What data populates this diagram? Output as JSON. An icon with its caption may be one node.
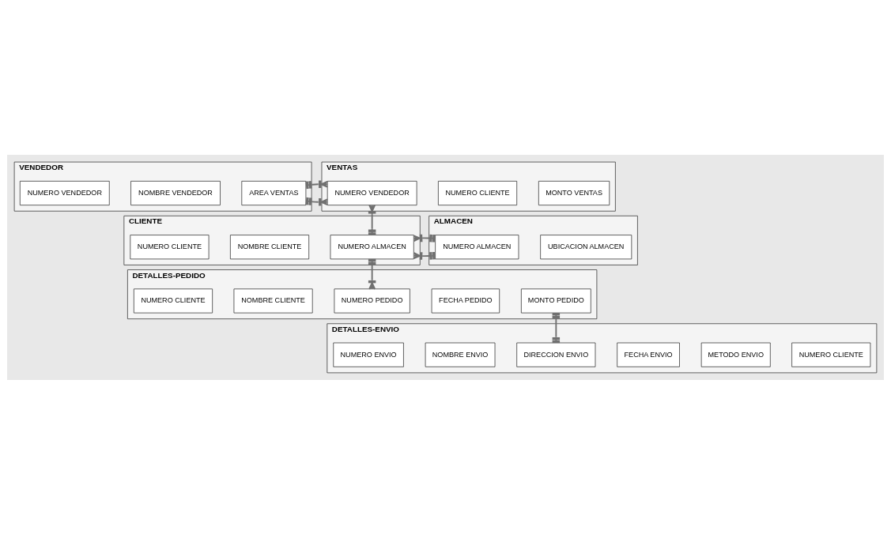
{
  "diagram": {
    "nodes": [
      {
        "text": [
          "VENDEDOR"
        ]
      },
      {
        "text": [
          "NUMERO VENDEDOR"
        ],
        "in": 0
      },
      {
        "text": [
          "NOMBRE VENDEDOR"
        ],
        "in": 0
      },
      {
        "text": [
          "AREA VENTAS"
        ],
        "in": 0
      },
      {
        "text": [
          "VENTAS"
        ]
      },
      {
        "text": [
          "NUMERO VENDEDOR"
        ],
        "in": 4
      },
      {
        "text": [
          "NUMERO CLIENTE"
        ],
        "in": 4
      },
      {
        "text": [
          "MONTO VENTAS"
        ],
        "in": 4
      },
      {
        "text": [
          "CLIENTE"
        ]
      },
      {
        "text": [
          "NUMERO CLIENTE"
        ],
        "in": 8
      },
      {
        "text": [
          "NOMBRE CLIENTE"
        ],
        "in": 8
      },
      {
        "text": [
          "NUMERO ALMACEN"
        ],
        "in": 8
      },
      {
        "text": [
          "ALMACEN"
        ]
      },
      {
        "text": [
          "NUMERO ALMACEN"
        ],
        "in": 12
      },
      {
        "text": [
          "UBICACION ALMACEN"
        ],
        "in": 12
      },
      {
        "text": [
          "DETALLES-PEDIDO"
        ]
      },
      {
        "text": [
          "NUMERO CLIENTE"
        ],
        "in": 15
      },
      {
        "text": [
          "NOMBRE CLIENTE"
        ],
        "in": 15
      },
      {
        "text": [
          "NUMERO PEDIDO"
        ],
        "in": 15
      },
      {
        "text": [
          "FECHA PEDIDO"
        ],
        "in": 15
      },
      {
        "text": [
          "MONTO PEDIDO"
        ],
        "in": 15
      },
      {
        "text": [
          "DETALLES-ENVIO"
        ]
      },
      {
        "text": [
          "NUMERO ENVIO"
        ],
        "in": 21
      },
      {
        "text": [
          "NOMBRE ENVIO"
        ],
        "in": 21
      },
      {
        "text": [
          "DIRECCION ENVIO"
        ],
        "in": 21
      },
      {
        "text": [
          "FECHA ENVIO"
        ],
        "in": 21
      },
      {
        "text": [
          "METODO ENVIO"
        ],
        "in": 21
      },
      {
        "text": [
          "NUMERO CLIENTE"
        ],
        "in": 21
      }
    ],
    "edges": [
      {
        "from": 3,
        "to": 5,
        "arrow": "other"
      },
      {
        "from": 5,
        "to": 11,
        "arrow": "other"
      },
      {
        "from": 11,
        "to": 13,
        "arrow": "other"
      },
      {
        "from": 11,
        "to": 18,
        "arrow": "other"
      },
      {
        "from": 20,
        "to": 24,
        "arrow": "other"
      }
    ]
  }
}
